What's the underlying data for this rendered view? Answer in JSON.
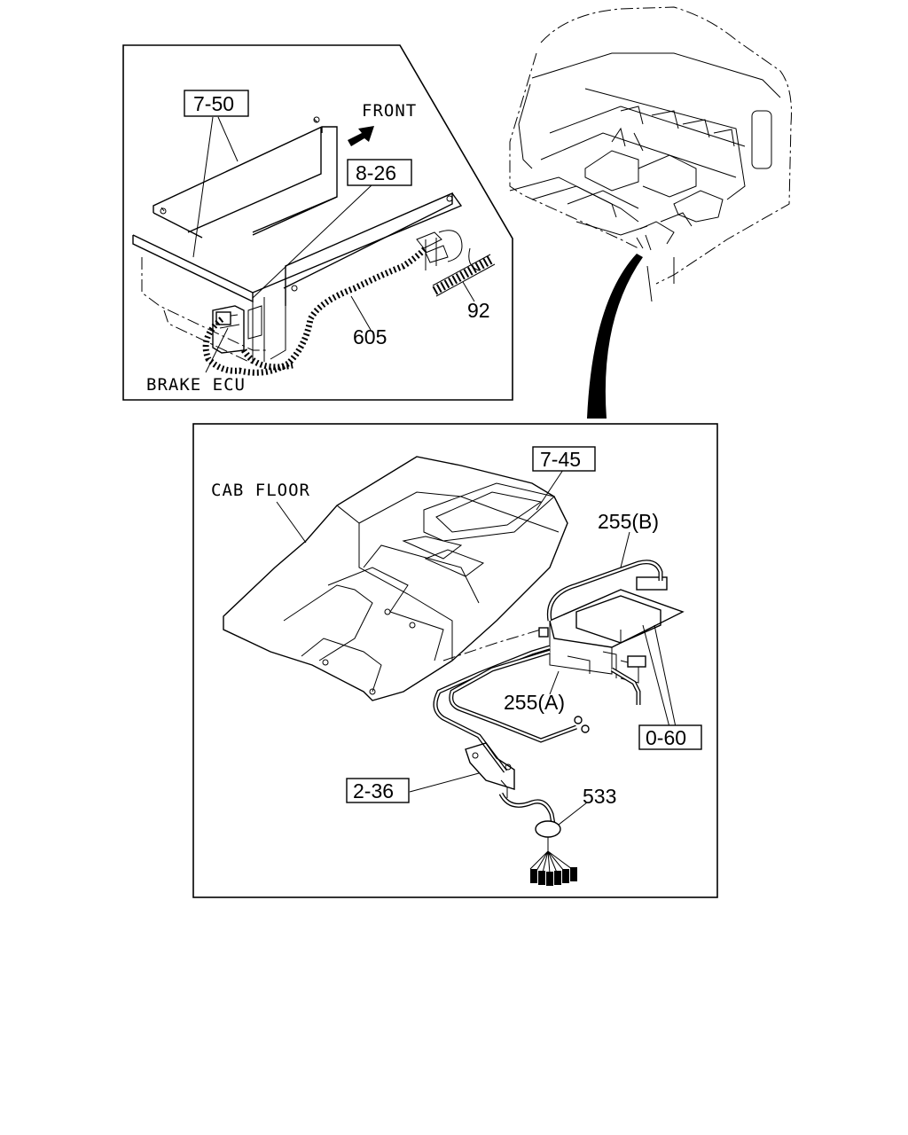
{
  "diagram": {
    "detail_panel": {
      "labels": {
        "ref_750": "7-50",
        "front": "FRONT",
        "ref_826": "8-26",
        "part_605": "605",
        "part_92": "92",
        "brake_ecu": "BRAKE ECU"
      }
    },
    "main_panel": {
      "labels": {
        "cab_floor": "CAB FLOOR",
        "ref_745": "7-45",
        "part_255b": "255(B)",
        "part_255a": "255(A)",
        "ref_060": "0-60",
        "ref_236": "2-36",
        "part_533": "533"
      }
    }
  }
}
